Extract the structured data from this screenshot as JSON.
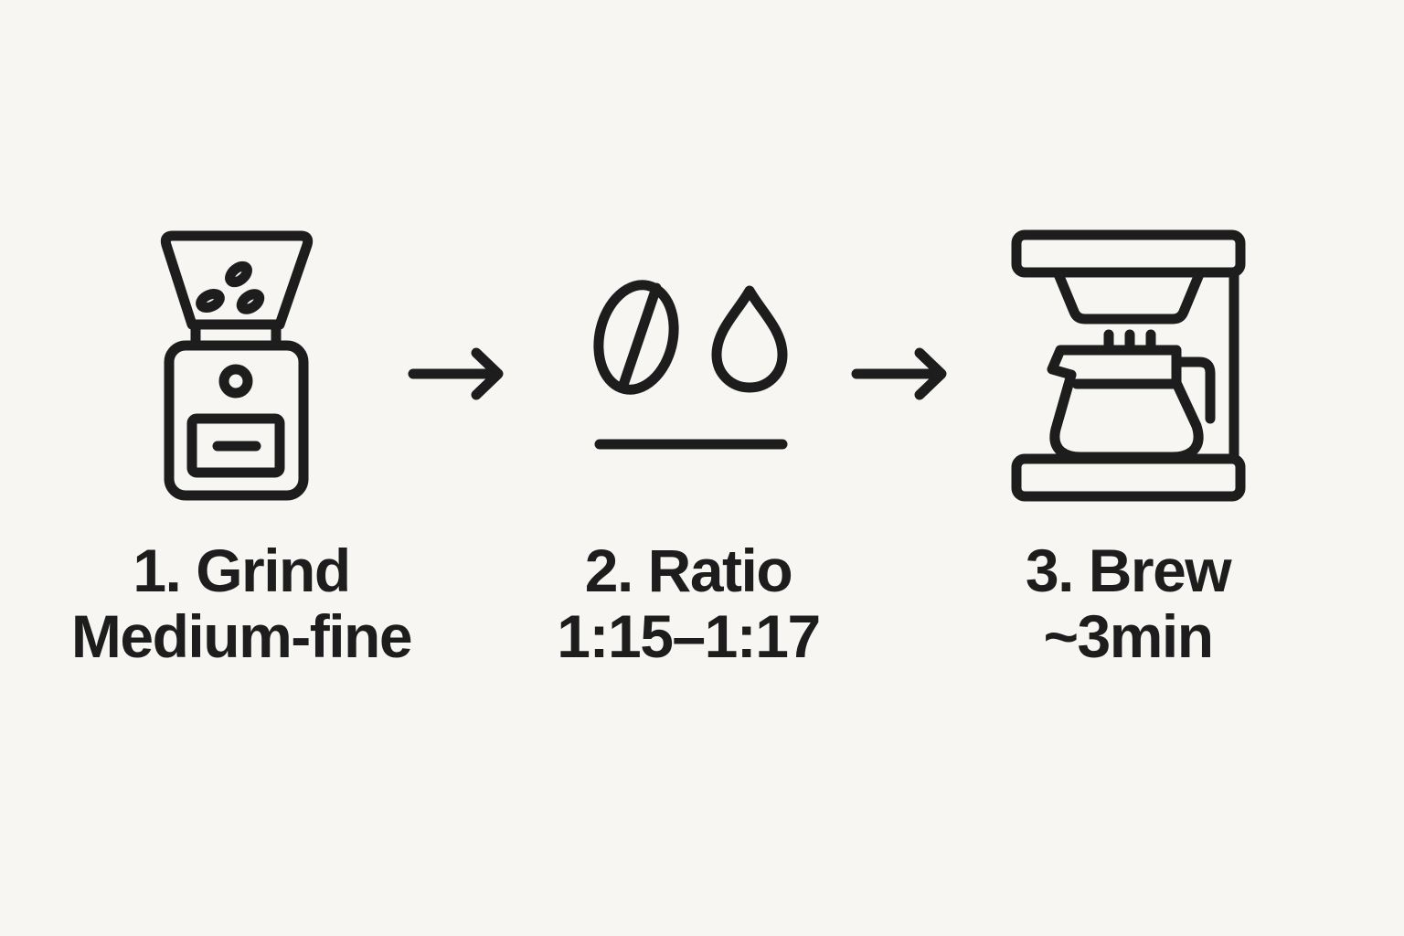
{
  "page": {
    "background": "#f7f6f3",
    "ink": "#1d1d1d"
  },
  "steps": [
    {
      "icon": "coffee-grinder-icon",
      "title": "1. Grind",
      "subtitle": "Medium-fine"
    },
    {
      "icon": "coffee-bean-water-drop-ratio-icon",
      "title": "2. Ratio",
      "subtitle": "1:15–1:17"
    },
    {
      "icon": "drip-coffee-maker-icon",
      "title": "3. Brew",
      "subtitle": "~3min"
    }
  ],
  "arrows": [
    {
      "icon": "right-arrow-icon"
    },
    {
      "icon": "right-arrow-icon"
    }
  ]
}
